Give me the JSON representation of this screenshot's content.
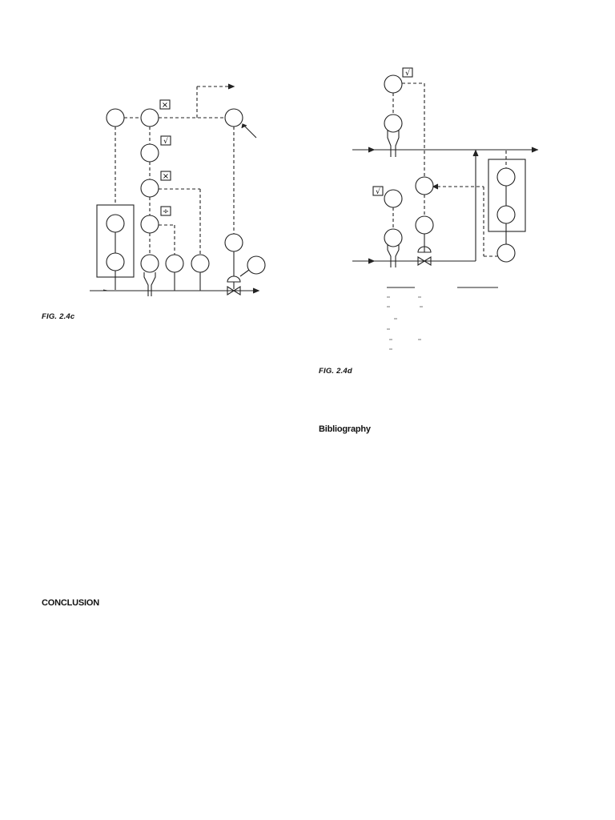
{
  "figures": {
    "fig_c": {
      "caption": "FIG. 2.4c",
      "multiply_symbol_1": "×",
      "sqrt_symbol": "√",
      "multiply_symbol_2": "×",
      "divide_symbol": "÷"
    },
    "fig_d": {
      "caption": "FIG. 2.4d",
      "sqrt_symbol_1": "√",
      "sqrt_symbol_2": "√"
    }
  },
  "headings": {
    "bibliography": "Bibliography",
    "conclusion": "CONCLUSION"
  }
}
